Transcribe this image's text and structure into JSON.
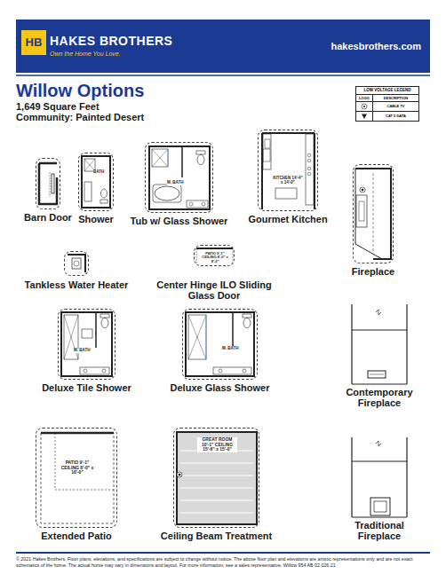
{
  "diagram": {
    "title": "Willow Options",
    "nodes": [
      {
        "text": [
          "HAKES BROTHERS",
          "Own the Home You Love.",
          "hakesbrothers.com"
        ]
      },
      {
        "text": [
          "HB"
        ],
        "in": 0
      },
      {
        "text": [
          "Barn Door"
        ]
      },
      {
        "text": [
          "Shower",
          "BATH"
        ]
      },
      {
        "text": [
          "Tub w/ Glass Shower",
          "M. BATH"
        ]
      },
      {
        "text": [
          "Gourmet Kitchen",
          "KITCHEN 14'-4\" x 14'-0\""
        ]
      },
      {
        "text": [
          "Fireplace"
        ]
      },
      {
        "text": [
          "Tankless Water Heater"
        ]
      },
      {
        "text": [
          "Center Hinge ILO Sliding Glass Door",
          "PATIO 9'-1\" CEILING 8'-0\" x 8'-0\""
        ]
      },
      {
        "text": [
          "Deluxe Tile Shower",
          "M. BATH"
        ]
      },
      {
        "text": [
          "Deluxe Glass Shower",
          "M. BATH"
        ]
      },
      {
        "text": [
          "Contemporary Fireplace"
        ]
      },
      {
        "text": [
          "Extended Patio",
          "PATIO 9'-1\" CEILING 8'-0\" x 16'-0\""
        ]
      },
      {
        "text": [
          "Ceiling Beam Treatment",
          "GREAT ROOM 10'-1\" CEILING 15'-6\" x 15'-0\""
        ]
      },
      {
        "text": [
          "Traditional Fireplace"
        ]
      }
    ],
    "labels": [
      "1,649 Square Feet",
      "Community: Painted Desert",
      "LOW VOLTAGE LEGEND",
      "LOGO",
      "DESCRIPTION",
      "© 2021 Hakes Brothers, Floor plans, elevations, and specifications are subject to change without notice. The above floor plan and elevations are artistic representations only and are not exact schematics of the home. The actual home may vary in dimensions and layout. For more information, see a sales representative. Willow 954 AB 02.026.21"
    ],
    "legend": [
      {
        "text": "CABLE TV"
      },
      {
        "text": "CAT 5 DATA"
      }
    ]
  }
}
